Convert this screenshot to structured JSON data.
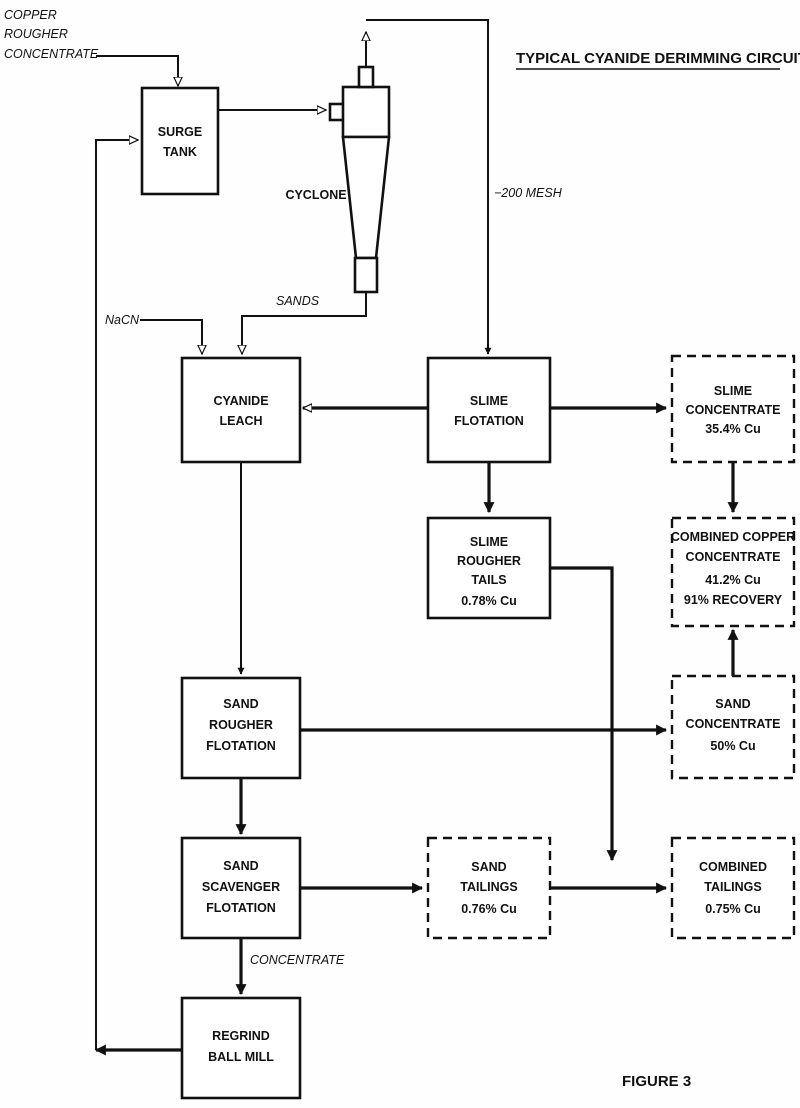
{
  "title": "TYPICAL CYANIDE DERIMMING CIRCUIT",
  "figure_label": "FIGURE 3",
  "input_feed": [
    "COPPER",
    "ROUGHER",
    "CONCENTRATE"
  ],
  "reagent": "NaCN",
  "stream_labels": {
    "sands": "SANDS",
    "mesh": "−200 MESH",
    "concentrate": "CONCENTRATE"
  },
  "cyclone": "CYCLONE",
  "boxes": {
    "surge_tank": [
      "SURGE",
      "TANK"
    ],
    "cyanide_leach": [
      "CYANIDE",
      "LEACH"
    ],
    "slime_flotation": [
      "SLIME",
      "FLOTATION"
    ],
    "slime_concentrate": [
      "SLIME",
      "CONCENTRATE",
      "35.4% Cu"
    ],
    "slime_rougher_tails": [
      "SLIME",
      "ROUGHER",
      "TAILS",
      "0.78% Cu"
    ],
    "combined_copper_concentrate": [
      "COMBINED COPPER",
      "CONCENTRATE",
      "41.2% Cu",
      "91% RECOVERY"
    ],
    "sand_rougher_flotation": [
      "SAND",
      "ROUGHER",
      "FLOTATION"
    ],
    "sand_concentrate": [
      "SAND",
      "CONCENTRATE",
      "50% Cu"
    ],
    "sand_scavenger_flotation": [
      "SAND",
      "SCAVENGER",
      "FLOTATION"
    ],
    "sand_tailings": [
      "SAND",
      "TAILINGS",
      "0.76% Cu"
    ],
    "combined_tailings": [
      "COMBINED",
      "TAILINGS",
      "0.75% Cu"
    ],
    "regrind_ball_mill": [
      "REGRIND",
      "BALL MILL"
    ]
  }
}
